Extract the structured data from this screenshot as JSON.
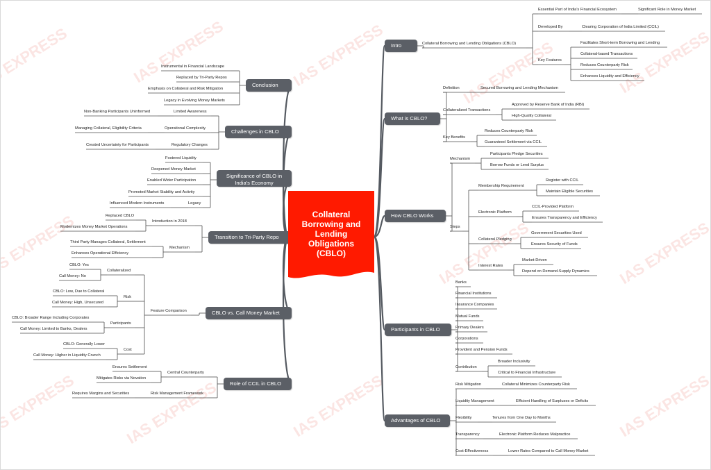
{
  "central": "Collateral Borrowing and Lending Obligations (CBLO)",
  "watermark": "IAS EXPRESS",
  "colors": {
    "center": "#ff1a00",
    "branch": "#5b5f66",
    "line": "#4d4d4d",
    "watermark": "#fbe5e3"
  },
  "branches": [
    {
      "id": "intro",
      "label": "Intro",
      "side": "right",
      "children": [
        {
          "label": "Collateral Borrowing and Lending Obligations (CBLO)",
          "children": [
            {
              "label": "Essential Part of India's Financial Ecosystem",
              "children": [
                {
                  "label": "Significant Role in Money Market"
                }
              ]
            },
            {
              "label": "Developed By",
              "children": [
                {
                  "label": "Clearing Corporation of India Limited (CCIL)"
                }
              ]
            },
            {
              "label": "Key Features",
              "children": [
                {
                  "label": "Facilitates Short-term Borrowing and Lending"
                },
                {
                  "label": "Collateral-based Transactions"
                },
                {
                  "label": "Reduces Counterparty Risk"
                },
                {
                  "label": "Enhances Liquidity and Efficiency"
                }
              ]
            }
          ]
        }
      ]
    },
    {
      "id": "what",
      "label": "What is CBLO?",
      "side": "right",
      "children": [
        {
          "label": "Definition",
          "children": [
            {
              "label": "Secured Borrowing and Lending Mechanism"
            }
          ]
        },
        {
          "label": "Collateralized Transactions",
          "children": [
            {
              "label": "Approved by Reserve Bank of India (RBI)"
            },
            {
              "label": "High-Quality Collateral"
            }
          ]
        },
        {
          "label": "Key Benefits",
          "children": [
            {
              "label": "Reduces Counterparty Risk"
            },
            {
              "label": "Guaranteed Settlement via CCIL"
            }
          ]
        }
      ]
    },
    {
      "id": "how",
      "label": "How CBLO Works",
      "side": "right",
      "children": [
        {
          "label": "Mechanism",
          "children": [
            {
              "label": "Participants Pledge Securities"
            },
            {
              "label": "Borrow Funds or Lend Surplus"
            }
          ]
        },
        {
          "label": "Steps",
          "children": [
            {
              "label": "Membership Requirement",
              "children": [
                {
                  "label": "Register with CCIL"
                },
                {
                  "label": "Maintain Eligible Securities"
                }
              ]
            },
            {
              "label": "Electronic Platform",
              "children": [
                {
                  "label": "CCIL-Provided Platform"
                },
                {
                  "label": "Ensures Transparency and Efficiency"
                }
              ]
            },
            {
              "label": "Collateral Pledging",
              "children": [
                {
                  "label": "Government Securities Used"
                },
                {
                  "label": "Ensures Security of Funds"
                }
              ]
            },
            {
              "label": "Interest Rates",
              "children": [
                {
                  "label": "Market-Driven"
                },
                {
                  "label": "Depend on Demand-Supply Dynamics"
                }
              ]
            }
          ]
        }
      ]
    },
    {
      "id": "participants",
      "label": "Participants in CBLO",
      "side": "right",
      "children": [
        {
          "label": "Banks"
        },
        {
          "label": "Financial Institutions"
        },
        {
          "label": "Insurance Companies"
        },
        {
          "label": "Mutual Funds"
        },
        {
          "label": "Primary Dealers"
        },
        {
          "label": "Corporations"
        },
        {
          "label": "Provident and Pension Funds"
        },
        {
          "label": "Contribution",
          "children": [
            {
              "label": "Broader Inclusivity"
            },
            {
              "label": "Critical to Financial Infrastructure"
            }
          ]
        }
      ]
    },
    {
      "id": "advantages",
      "label": "Advantages of CBLO",
      "side": "right",
      "children": [
        {
          "label": "Risk Mitigation",
          "children": [
            {
              "label": "Collateral Minimizes Counterparty Risk"
            }
          ]
        },
        {
          "label": "Liquidity Management",
          "children": [
            {
              "label": "Efficient Handling of Surpluses or Deficits"
            }
          ]
        },
        {
          "label": "Flexibility",
          "children": [
            {
              "label": "Tenures from One Day to Months"
            }
          ]
        },
        {
          "label": "Transparency",
          "children": [
            {
              "label": "Electronic Platform Reduces Malpractice"
            }
          ]
        },
        {
          "label": "Cost-Effectiveness",
          "children": [
            {
              "label": "Lower Rates Compared to Call Money Market"
            }
          ]
        }
      ]
    },
    {
      "id": "conclusion",
      "label": "Conclusion",
      "side": "left",
      "children": [
        {
          "label": "Instrumental in Financial Landscape"
        },
        {
          "label": "Replaced by Tri-Party Repos"
        },
        {
          "label": "Emphasis on Collateral and Risk Mitigation"
        },
        {
          "label": "Legacy in Evolving Money Markets"
        }
      ]
    },
    {
      "id": "challenges",
      "label": "Challenges in CBLO",
      "side": "left",
      "children": [
        {
          "label": "Limited Awareness",
          "children": [
            {
              "label": "Non-Banking Participants Uninformed"
            }
          ]
        },
        {
          "label": "Operational Complexity",
          "children": [
            {
              "label": "Managing Collateral, Eligibility Criteria"
            }
          ]
        },
        {
          "label": "Regulatory Changes",
          "children": [
            {
              "label": "Created Uncertainty for Participants"
            }
          ]
        }
      ]
    },
    {
      "id": "significance",
      "label": "Significance of CBLO in India's Economy",
      "side": "left",
      "children": [
        {
          "label": "Fostered Liquidity"
        },
        {
          "label": "Deepened Money Market"
        },
        {
          "label": "Enabled Wider Participation"
        },
        {
          "label": "Promoted Market Stability and Activity"
        },
        {
          "label": "Legacy",
          "children": [
            {
              "label": "Influenced Modern Instruments"
            }
          ]
        }
      ]
    },
    {
      "id": "transition",
      "label": "Transition to Tri-Party Repo",
      "side": "left",
      "children": [
        {
          "label": "Introduction in 2018",
          "children": [
            {
              "label": "Replaced CBLO"
            },
            {
              "label": "Modernizes Money Market Operations"
            }
          ]
        },
        {
          "label": "Mechanism",
          "children": [
            {
              "label": "Third Party Manages Collateral, Settlement"
            },
            {
              "label": "Enhances Operational Efficiency"
            }
          ]
        }
      ]
    },
    {
      "id": "vs",
      "label": "CBLO vs. Call Money Market",
      "side": "left",
      "children": [
        {
          "label": "Feature Comparison",
          "children": [
            {
              "label": "Collateralized",
              "children": [
                {
                  "label": "CBLO: Yes"
                },
                {
                  "label": "Call Money: No"
                }
              ]
            },
            {
              "label": "Risk",
              "children": [
                {
                  "label": "CBLO: Low, Due to Collateral"
                },
                {
                  "label": "Call Money: High, Unsecured"
                }
              ]
            },
            {
              "label": "Participants",
              "children": [
                {
                  "label": "CBLO: Broader Range Including Corporates"
                },
                {
                  "label": "Call Money: Limited to Banks, Dealers"
                }
              ]
            },
            {
              "label": "Cost",
              "children": [
                {
                  "label": "CBLO: Generally Lower"
                },
                {
                  "label": "Call Money: Higher in Liquidity Crunch"
                }
              ]
            }
          ]
        }
      ]
    },
    {
      "id": "ccil",
      "label": "Role of CCIL in CBLO",
      "side": "left",
      "children": [
        {
          "label": "Central Counterparty",
          "children": [
            {
              "label": "Ensures Settlement"
            },
            {
              "label": "Mitigates Risks via Novation"
            }
          ]
        },
        {
          "label": "Risk Management Framework",
          "children": [
            {
              "label": "Requires Margins and Securities"
            }
          ]
        }
      ]
    }
  ]
}
